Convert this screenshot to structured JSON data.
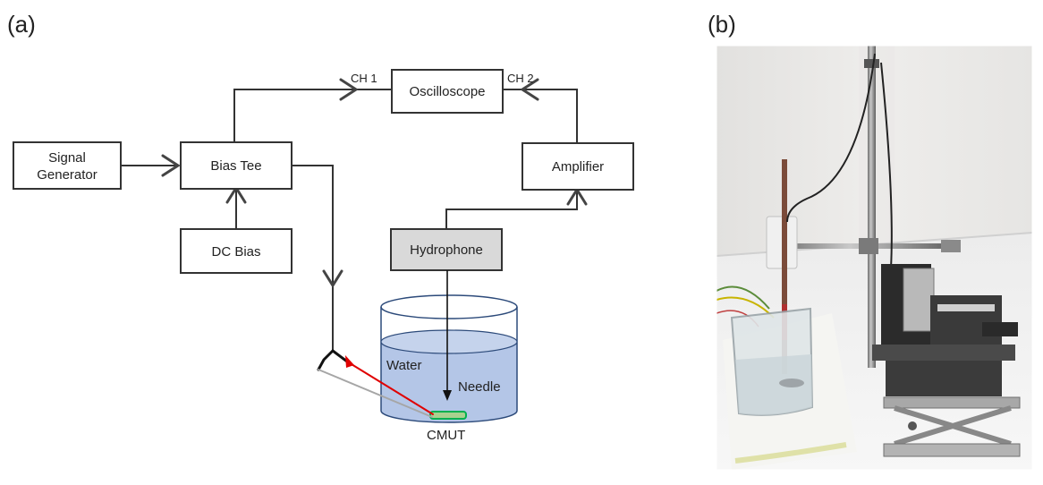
{
  "panels": {
    "a_label": "(a)",
    "b_label": "(b)"
  },
  "blocks": {
    "signal_generator": [
      "Signal",
      "Generator"
    ],
    "bias_tee": "Bias Tee",
    "dc_bias": "DC Bias",
    "oscilloscope": "Oscilloscope",
    "amplifier": "Amplifier",
    "hydrophone": "Hydrophone"
  },
  "channels": {
    "ch1": "CH 1",
    "ch2": "CH 2"
  },
  "tank": {
    "water": "Water",
    "needle": "Needle",
    "cmut": "CMUT"
  },
  "colors": {
    "water": "#b4c6e7",
    "hydrophone_fill": "#d9d9d9",
    "cmut_fill": "#a9d18e",
    "cmut_stroke": "#00b050",
    "cable_red": "#e00000",
    "cable_gray": "#a6a6a6",
    "wire": "#333333"
  }
}
